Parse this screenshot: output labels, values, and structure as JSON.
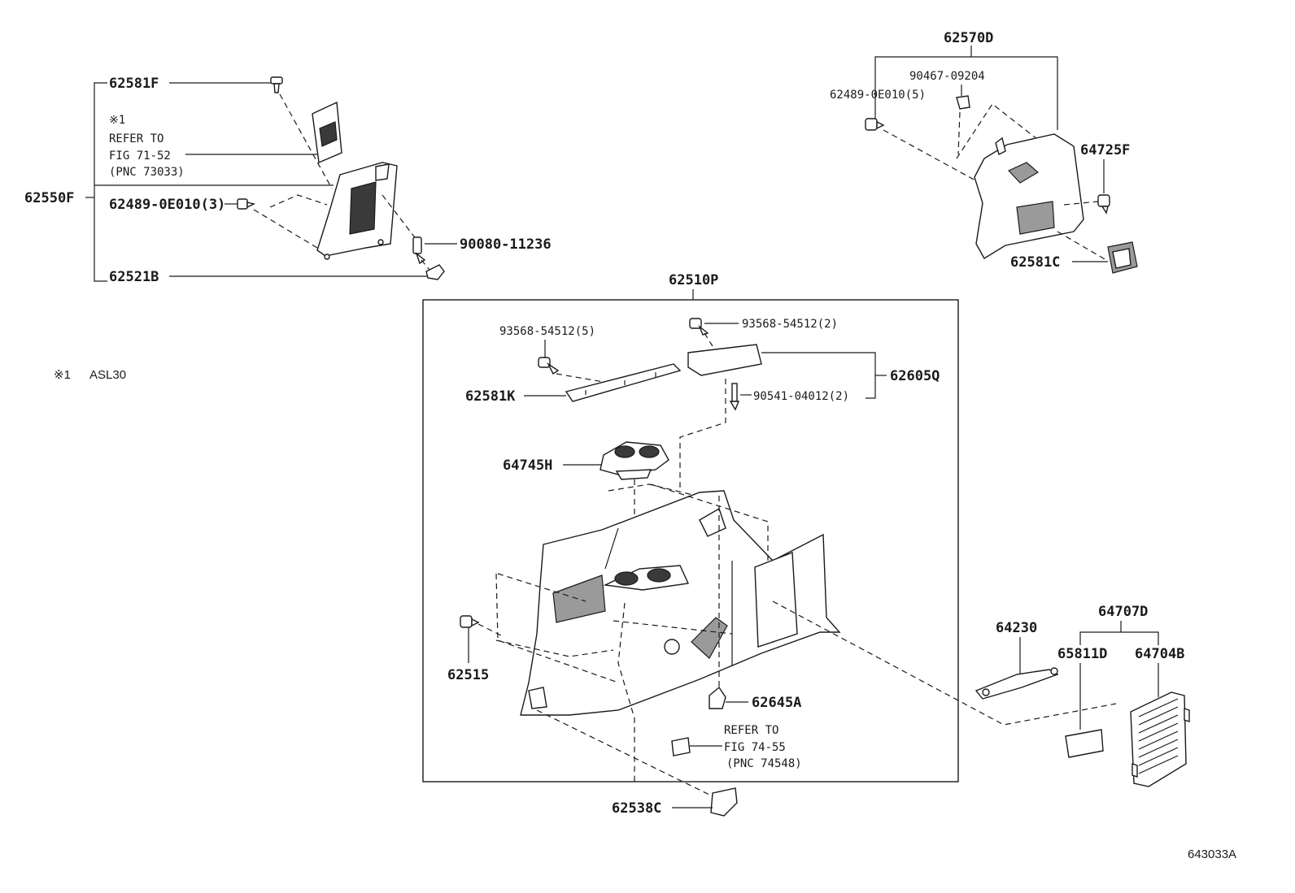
{
  "diagram_id": "643033A",
  "footnote": {
    "mark": "※1",
    "text": "ASL30"
  },
  "labels": {
    "p62581F": "62581F",
    "note_mark": "※1",
    "refer_a_1": "REFER TO",
    "refer_a_2": "FIG 71-52",
    "refer_a_3": "(PNC 73033)",
    "p62550F": "62550F",
    "p62489_3": "62489-0E010(3)",
    "p90080": "90080-11236",
    "p62521B": "62521B",
    "p62570D": "62570D",
    "p90467": "90467-09204",
    "p62489_5": "62489-0E010(5)",
    "p64725F": "64725F",
    "p62581C": "62581C",
    "p62510P": "62510P",
    "p93568_5": "93568-54512(5)",
    "p93568_2": "93568-54512(2)",
    "p62605Q": "62605Q",
    "p62581K": "62581K",
    "p90541": "90541-04012(2)",
    "p64745H": "64745H",
    "p62515": "62515",
    "p62645A": "62645A",
    "refer_b_1": "REFER TO",
    "refer_b_2": "FIG 74-55",
    "refer_b_3": "(PNC 74548)",
    "p62538C": "62538C",
    "p64230": "64230",
    "p64707D": "64707D",
    "p65811D": "65811D",
    "p64704B": "64704B"
  }
}
